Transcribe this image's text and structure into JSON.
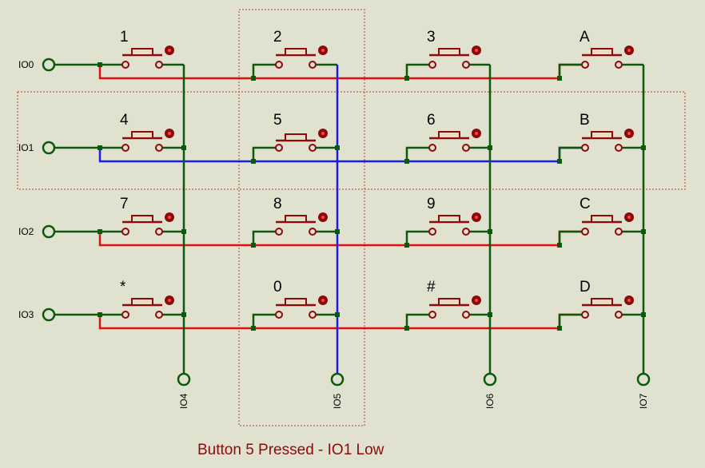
{
  "colors": {
    "background": "#E1E1D0",
    "wire_green": "#0B5A0B",
    "wire_red": "#E01010",
    "wire_blue": "#1A1AF0",
    "component": "#8B0A0A",
    "highlight_box": "#B04030",
    "caption_text": "#8B0A0A"
  },
  "rows": [
    {
      "label": "IO0",
      "state": "red"
    },
    {
      "label": "IO1",
      "state": "blue"
    },
    {
      "label": "IO2",
      "state": "red"
    },
    {
      "label": "IO3",
      "state": "red"
    }
  ],
  "columns": [
    {
      "label": "IO4",
      "state": "green"
    },
    {
      "label": "IO5",
      "state": "blue"
    },
    {
      "label": "IO6",
      "state": "green"
    },
    {
      "label": "IO7",
      "state": "green"
    }
  ],
  "buttons": [
    [
      "1",
      "2",
      "3",
      "A"
    ],
    [
      "4",
      "5",
      "6",
      "B"
    ],
    [
      "7",
      "8",
      "9",
      "C"
    ],
    [
      "*",
      "0",
      "#",
      "D"
    ]
  ],
  "pressed": {
    "row": 1,
    "col": 1
  },
  "caption": "Button 5 Pressed - IO1 Low"
}
